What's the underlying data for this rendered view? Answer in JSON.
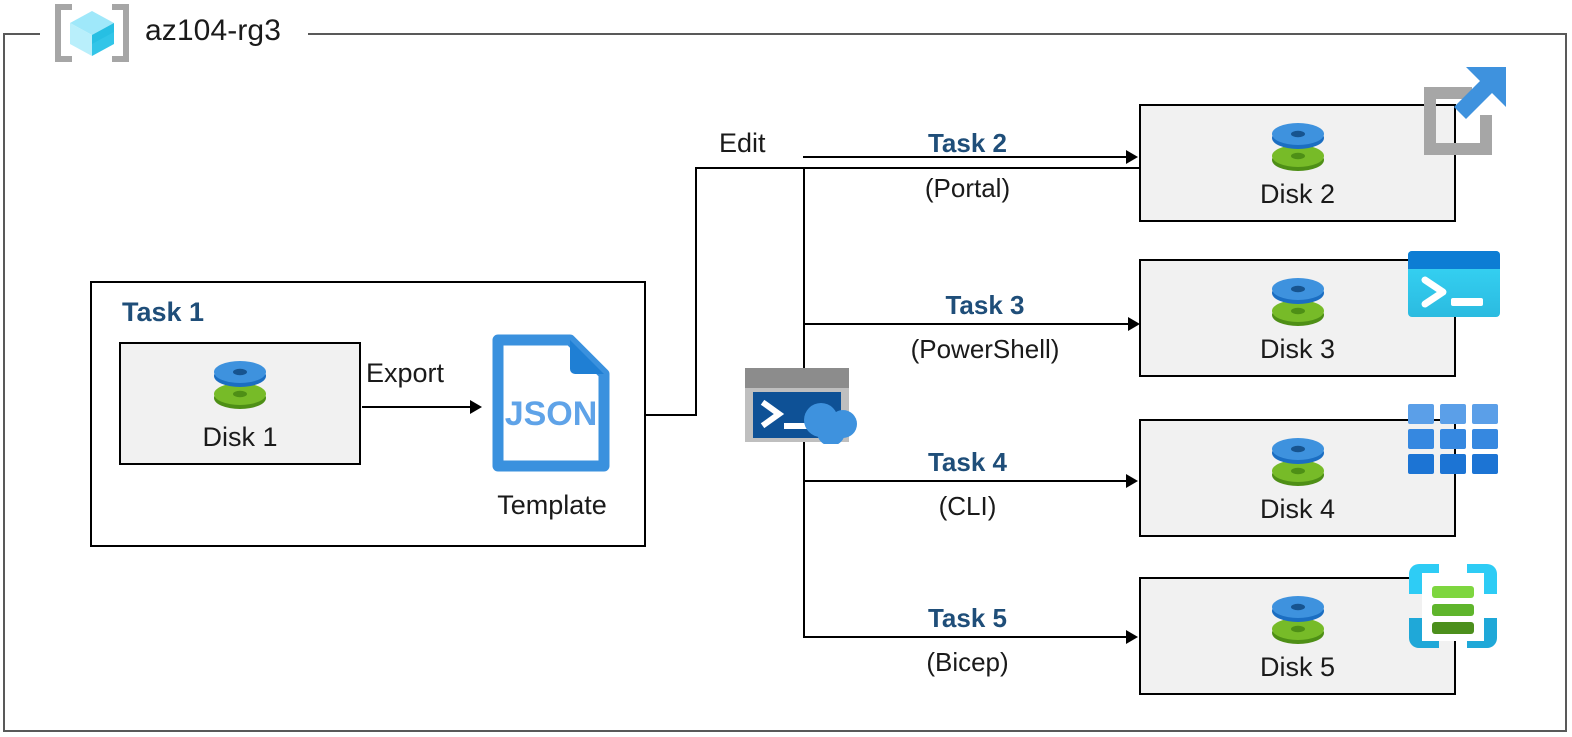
{
  "resource_group": {
    "name": "az104-rg3",
    "icon": "azure-resource-group-icon"
  },
  "colors": {
    "task_blue": "#1F4E79",
    "box_fill": "#F1F1F1",
    "box_border": "#000000",
    "frame_border": "#595959",
    "disk_blue": "#3B8DDE",
    "disk_green": "#6AAD1F",
    "json_blue": "#2B88D8",
    "powershell_cyan": "#36D1F5",
    "cloudshell_navy": "#0F5196",
    "bicep_cyan": "#2ECCF5",
    "bicep_green": "#74C92E"
  },
  "task1": {
    "title": "Task 1",
    "disk": {
      "label": "Disk 1",
      "icon": "managed-disk-icon"
    },
    "export_label": "Export",
    "template": {
      "file_text": "JSON",
      "caption": "Template",
      "icon": "json-file-icon"
    }
  },
  "edit_label": "Edit",
  "cloud_shell": {
    "icon": "cloud-shell-icon"
  },
  "branches": [
    {
      "title": "Task 2",
      "subtitle": "(Portal)",
      "disk_label": "Disk 2",
      "disk_icon": "managed-disk-icon",
      "tool_icon": "azure-portal-icon"
    },
    {
      "title": "Task 3",
      "subtitle": "(PowerShell)",
      "disk_label": "Disk 3",
      "disk_icon": "managed-disk-icon",
      "tool_icon": "powershell-icon"
    },
    {
      "title": "Task 4",
      "subtitle": "(CLI)",
      "disk_label": "Disk 4",
      "disk_icon": "managed-disk-icon",
      "tool_icon": "azure-cli-icon"
    },
    {
      "title": "Task 5",
      "subtitle": "(Bicep)",
      "disk_label": "Disk 5",
      "disk_icon": "managed-disk-icon",
      "tool_icon": "bicep-icon"
    }
  ]
}
